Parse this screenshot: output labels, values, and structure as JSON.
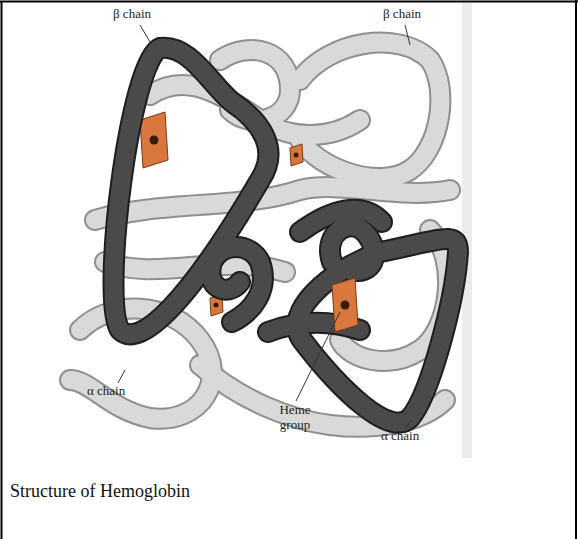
{
  "diagram": {
    "caption": "Structure of Hemoglobin",
    "labels": [
      "β chain",
      "β chain",
      "α chain",
      "Heme group",
      "α chain"
    ]
  }
}
